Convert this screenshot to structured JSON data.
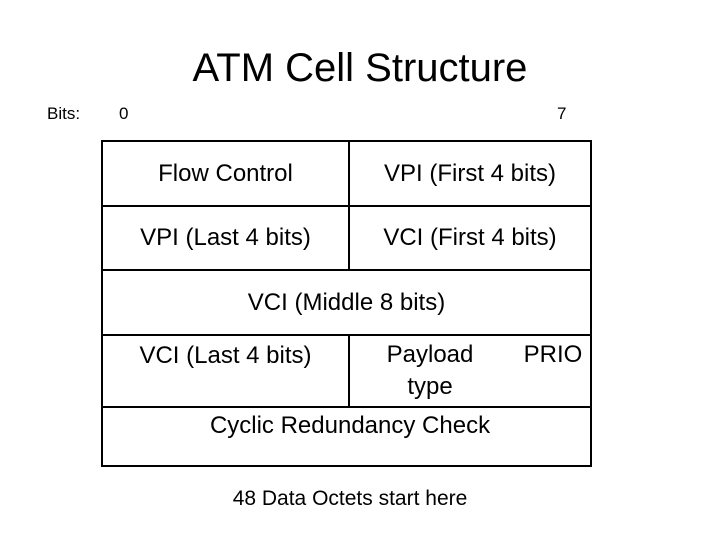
{
  "title": "ATM Cell Structure",
  "bit_labels": {
    "bits": "Bits:",
    "first": "0",
    "last": "7"
  },
  "fields": {
    "flow_control": "Flow Control",
    "vpi_first": "VPI (First 4 bits)",
    "vpi_last": "VPI (Last 4 bits)",
    "vci_first": "VCI (First 4 bits)",
    "vci_middle": "VCI (Middle 8 bits)",
    "vci_last": "VCI (Last 4 bits)",
    "payload_type_line1": "Payload",
    "payload_type_line2": "type",
    "prio": "PRIO",
    "crc": "Cyclic Redundancy Check"
  },
  "footer": "48 Data Octets start here"
}
